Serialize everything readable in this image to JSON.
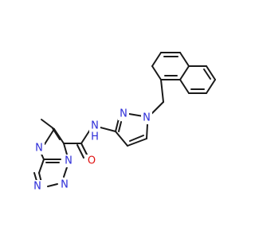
{
  "diagram": {
    "type": "chemical-structure",
    "colors": {
      "bond": "#1a1a1a",
      "carbon_label": "#1a1a1a",
      "nitrogen": "#2c2cd8",
      "oxygen": "#e01010"
    },
    "atom_labels": {
      "n_bridge_lower": "N",
      "n_triazole_bottom": "N",
      "n_triazole_left": "N",
      "n_bridge_upper": "N",
      "amide_o": "O",
      "amide_n": "N",
      "amide_h": "H",
      "pyrazole_n2": "N",
      "pyrazole_n1": "N"
    }
  }
}
